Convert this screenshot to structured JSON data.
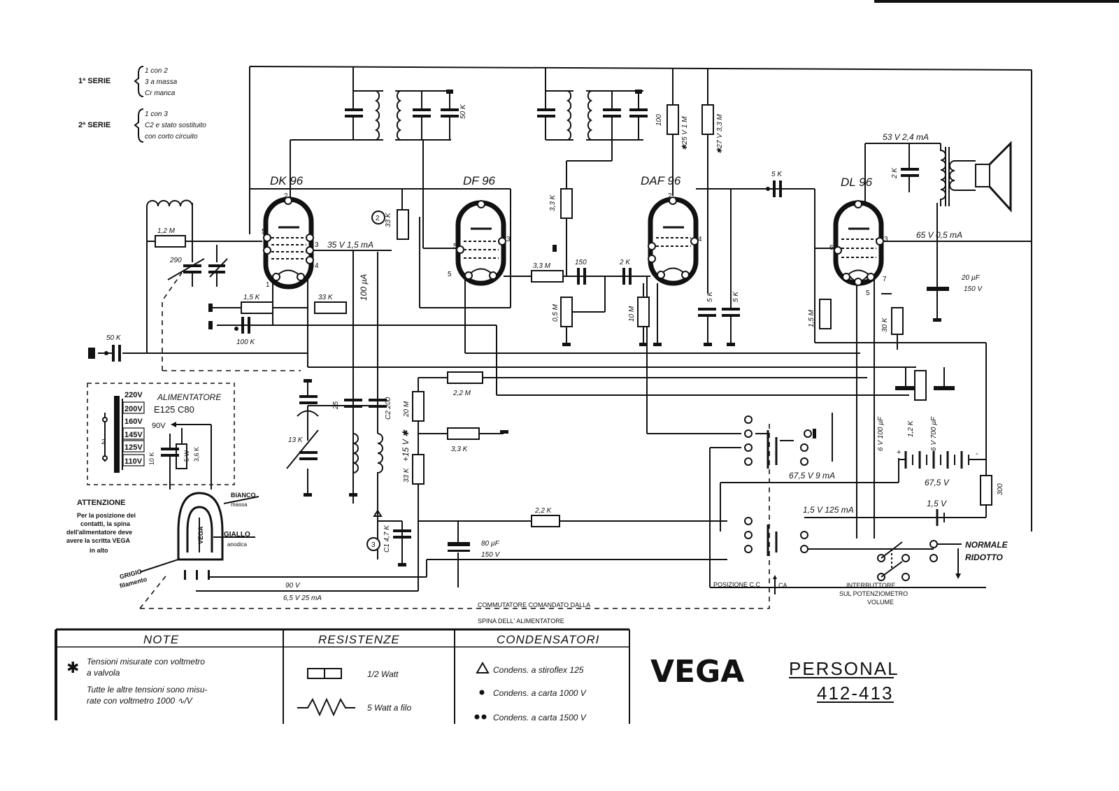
{
  "series": {
    "serie1": {
      "label": "1ª SERIE",
      "lines": [
        "1 con 2",
        "3 a massa",
        "Cr manca"
      ]
    },
    "serie2": {
      "label": "2ª SERIE",
      "lines": [
        "1 con 3",
        "C2 e stato sostituito",
        "con corto circuito"
      ]
    }
  },
  "tubes": {
    "dk96": "DK 96",
    "df96": "DF 96",
    "daf96": "DAF 96",
    "dl96": "DL 96"
  },
  "labels": {
    "r12m": "1,2 M",
    "c290": "290",
    "r15k": "1,5 K",
    "c100k": "100 K",
    "r33k_a": "33 K",
    "c50k": "50 K",
    "i100ua": "100 µA",
    "v35": "35 V 1,5 mA",
    "node2": "2",
    "r33k_b": "33 K",
    "c50k_top": "50 K",
    "r33k_c": "3,3 K",
    "r33m": "3,3 M",
    "c150": "150",
    "r05m": "0,5 M",
    "c2k": "2 K",
    "r10m": "10 M",
    "c100": "100",
    "r1m": "✱25 V 1 M",
    "r33m_b": "✱27 V 3,3 M",
    "c5k_a": "5 K",
    "c5k_b": "5 K",
    "c5k_c": "5 K",
    "v53": "53 V 2,4 mA",
    "c2k_b": "2 K",
    "v65": "65 V 0,5 mA",
    "c20uf": "20 µF",
    "c20uf_v": "150 V",
    "r15m": "1,5 M",
    "r30k": "30 K",
    "r22m": "2,2 M",
    "r20m": "20 M",
    "v15": "+15 V ✱",
    "r33k_d": "3,3 K",
    "r33k_e": "33 K",
    "c25": "25",
    "c200": "C2 200",
    "c13k": "13 K",
    "c47k": "C1 4,7 K",
    "node3": "3",
    "c80uf": "80 µF",
    "c80uf_v": "150 V",
    "r22k": "2,2 K",
    "v90": "90 V",
    "v65ma": "6,5 V 25 mA",
    "c6v100": "6 V 100 µF",
    "r12k": "1,2 K",
    "c6v700": "6 V 700 µF",
    "v675": "67,5 V 9 mA",
    "bat675": "67,5 V",
    "r300": "300",
    "v15_125": "1,5 V 125 mA",
    "bat15": "1,5 V",
    "normale": "NORMALE",
    "ridotto": "RIDOTTO",
    "posizione": "POSIZIONE C.C",
    "ca": "CA",
    "interruttore": [
      "INTERRUTTORE",
      "SUL POTENZIOMETRO",
      "VOLUME"
    ],
    "commutatore": [
      "COMMUTATORE COMANDATO DALLA",
      "SPINA DELL' ALIMENTATORE"
    ],
    "bianco": "BIANCO",
    "massa": "massa",
    "giallo": "GIALLO",
    "anodica": "anodica",
    "grigio": "GRIGIO",
    "filamento": "filamento",
    "vega_plug": "VEGA"
  },
  "alimentatore": {
    "title": "ALIMENTATORE",
    "models": "E125   C80",
    "taps": [
      "220V",
      "200V",
      "160V",
      "145V",
      "125V",
      "110V"
    ],
    "v90": "90V",
    "r10k": "10 K",
    "r5w": "5 W",
    "r36k": "3,6 K",
    "n2": "2"
  },
  "attenzione": {
    "title": "ATTENZIONE",
    "lines": [
      "Per la posizione dei",
      "contatti, la spina",
      "dell'alimentatore deve",
      "avere la scritta VEGA",
      "in alto"
    ]
  },
  "legend": {
    "note_header": "NOTE",
    "resistenze_header": "RESISTENZE",
    "condensatori_header": "CONDENSATORI",
    "note_star": "✱",
    "note_line1": "Tensioni misurate con voltmetro",
    "note_line2": "a valvola",
    "note_line3": "Tutte le altre tensioni sono misu-",
    "note_line4": "rate con voltmetro 1000 ∿/V",
    "res_half": "1/2 Watt",
    "res_wire": "5 Watt a filo",
    "cond_triangle": "Condens. a stiroflex 125",
    "cond_dot": "Condens. a carta 1000 V",
    "cond_2dot": "Condens. a carta 1500 V"
  },
  "brand": {
    "logo": "VEGA",
    "model": "PERSONAL",
    "number": "412-413"
  }
}
